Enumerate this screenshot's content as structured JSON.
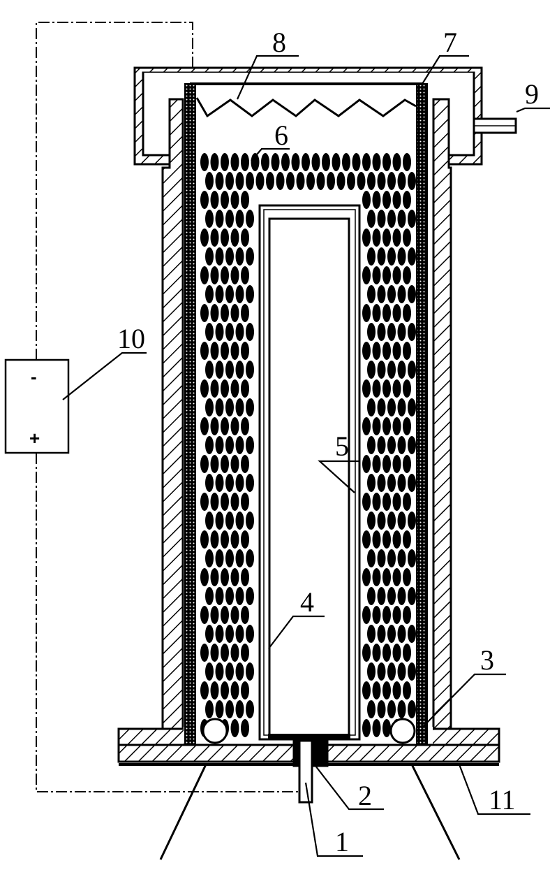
{
  "diagram": {
    "labels": {
      "l1": "1",
      "l2": "2",
      "l3": "3",
      "l4": "4",
      "l5": "5",
      "l6": "6",
      "l7": "7",
      "l8": "8",
      "l9": "9",
      "l10": "10",
      "l11": "11"
    },
    "power_supply": {
      "negative": "-",
      "positive": "+"
    }
  }
}
